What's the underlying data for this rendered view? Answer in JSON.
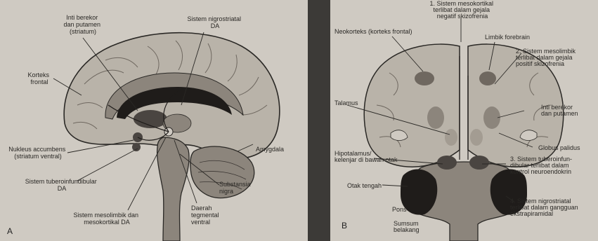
{
  "colors": {
    "background": "#3c3a37",
    "paper": "#cfcac2",
    "tissue_light": "#b9b3a9",
    "tissue_mid": "#8c857c",
    "tissue_dark": "#4a4541",
    "tissue_black": "#1f1c1a"
  },
  "panel_a": {
    "letter": "A",
    "labels": {
      "striatum": [
        "Inti berekor",
        "dan putamen",
        "(striatum)"
      ],
      "nigrostriatal": [
        "Sistem nigrostriatal",
        "DA"
      ],
      "frontal_cortex": [
        "Korteks",
        "frontal"
      ],
      "accumbens": [
        "Nukleus accumbens",
        "(striatum ventral)"
      ],
      "tuberoinfundibular": [
        "Sistem tuberoinfundibular",
        "DA"
      ],
      "mesolimbic": [
        "Sistem mesolimbik dan",
        "mesokortikal DA"
      ],
      "amygdala": [
        "Amygdala"
      ],
      "substantia_nigra": [
        "Substansia",
        "nigra"
      ],
      "vta": [
        "Daerah",
        "tegmental",
        "ventral"
      ]
    }
  },
  "panel_b": {
    "letter": "B",
    "labels": {
      "mesocortical_negative": [
        "1. Sistem mesokortikal",
        "terlibat dalam gejala",
        "negatif skizofrenia"
      ],
      "neocortex": [
        "Neokorteks (korteks frontal)"
      ],
      "limbic": [
        "Limbik forebrain"
      ],
      "mesolimbic_positive": [
        "2. Sistem mesolimbik",
        "terlibat dalam gejala",
        "positif skizofrenia"
      ],
      "thalamus": [
        "Talamus"
      ],
      "caudate_putamen": [
        "Inti berekor",
        "dan putamen"
      ],
      "globus_pallidus": [
        "Globus palidus"
      ],
      "hypothalamus": [
        "Hipotalamus/",
        "kelenjar di bawah otak"
      ],
      "tuberoinfundibular": [
        "3. Sistem tuberoinfun-",
        "dibular terlibat dalam",
        "kontrol neuroendokrin"
      ],
      "midbrain": [
        "Otak tengah"
      ],
      "pons": [
        "Pons"
      ],
      "nigrostriatal": [
        "4. Sistem nigrostriatal",
        "terlibat dalam gangguan",
        "ekstrapiramidal"
      ],
      "spinal_cord": [
        "Sumsum",
        "belakang"
      ]
    }
  }
}
